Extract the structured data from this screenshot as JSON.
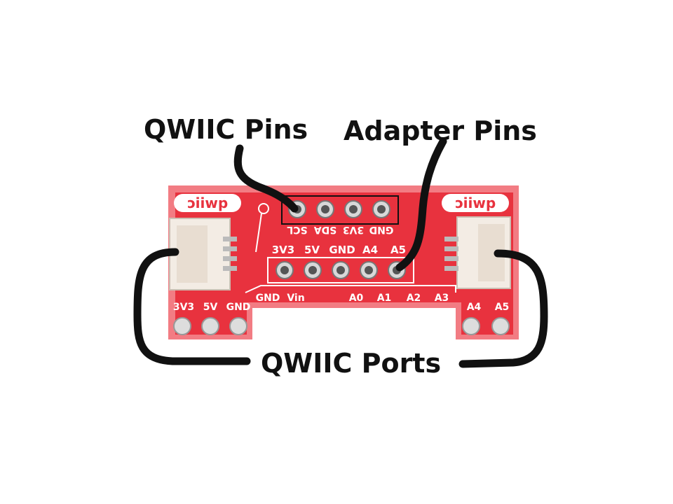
{
  "callouts": {
    "qwiic_pins": "QWIIC Pins",
    "adapter_pins": "Adapter Pins",
    "qwiic_ports": "QWIIC Ports"
  },
  "board": {
    "logo_left": "qwiic",
    "logo_right": "qwiic",
    "top_header_labels": [
      "GND",
      "3V3",
      "SDA",
      "SCL"
    ],
    "adapter_top_labels": [
      "3V3",
      "5V",
      "GND",
      "A4",
      "A5"
    ],
    "bottom_row_labels": [
      "GND",
      "Vin",
      "A0",
      "A1",
      "A2",
      "A3"
    ],
    "left_castellation_labels": [
      "3V3",
      "5V",
      "GND"
    ],
    "right_castellation_labels": [
      "A4",
      "A5"
    ]
  },
  "colors": {
    "pcb": "#e8323e",
    "pcb_light": "#f27c83",
    "silkscreen": "#ffffff",
    "connector": "#f3ece4",
    "callout_line": "#111111"
  }
}
